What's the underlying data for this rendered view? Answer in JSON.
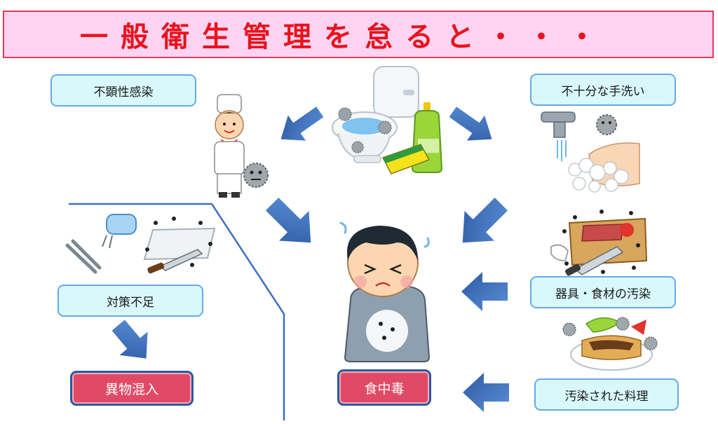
{
  "title": "一般衛生管理を怠ると・・・",
  "labels": {
    "latent_infection": "不顕性感染",
    "poor_handwashing": "不十分な手洗い",
    "equipment_contamination": "器具・食材の汚染",
    "contaminated_dish": "汚染された料理",
    "insufficient_measures": "対策不足"
  },
  "results": {
    "foreign_matter": "異物混入",
    "food_poisoning": "食中毒"
  },
  "illustrations": {
    "chef": "chef-with-germ",
    "toilet": "toilet-with-germs",
    "detergent": "dish-soap-and-sponge",
    "handwash": "faucet-and-handwashing",
    "cutting_board": "contaminated-cutting-board",
    "tools": "kitchen-tools-with-germs",
    "boy": "boy-with-stomachache",
    "cutlet": "contaminated-cutlet-dish"
  },
  "colors": {
    "arrow": "#3c6db5",
    "title_text": "#e8121c",
    "title_bg": "#ffd4f2",
    "label_bg": "#d9f8fb",
    "result_bg": "#e14a66"
  }
}
